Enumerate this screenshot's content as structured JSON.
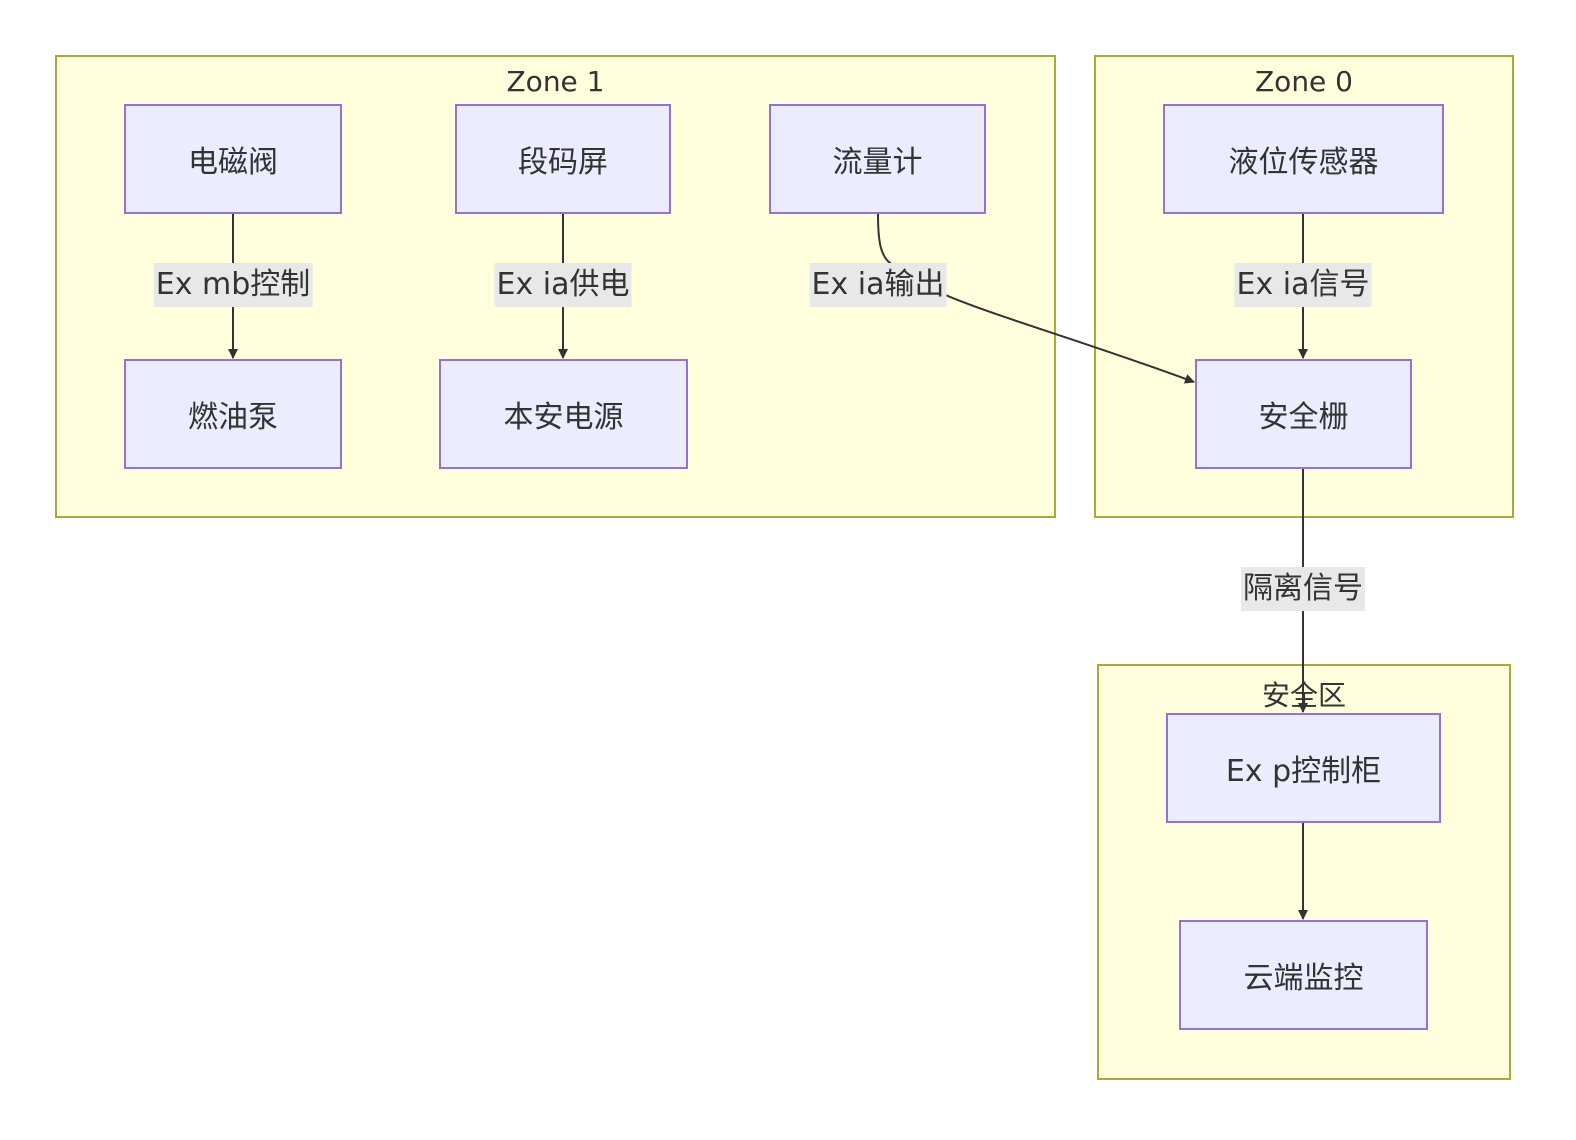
{
  "clusters": {
    "zone1": "Zone 1",
    "zone0": "Zone 0",
    "safe": "安全区"
  },
  "nodes": {
    "solenoid_valve": "电磁阀",
    "segment_display": "段码屏",
    "flow_meter": "流量计",
    "level_sensor": "液位传感器",
    "fuel_pump": "燃油泵",
    "is_power": "本安电源",
    "safety_barrier": "安全栅",
    "exp_cabinet": "Ex p控制柜",
    "cloud_monitor": "云端监控"
  },
  "edges": {
    "valve_to_pump": "Ex mb控制",
    "display_to_power": "Ex ia供电",
    "flow_to_barrier": "Ex ia输出",
    "level_to_barrier": "Ex ia信号",
    "barrier_to_cabinet": "隔离信号"
  }
}
